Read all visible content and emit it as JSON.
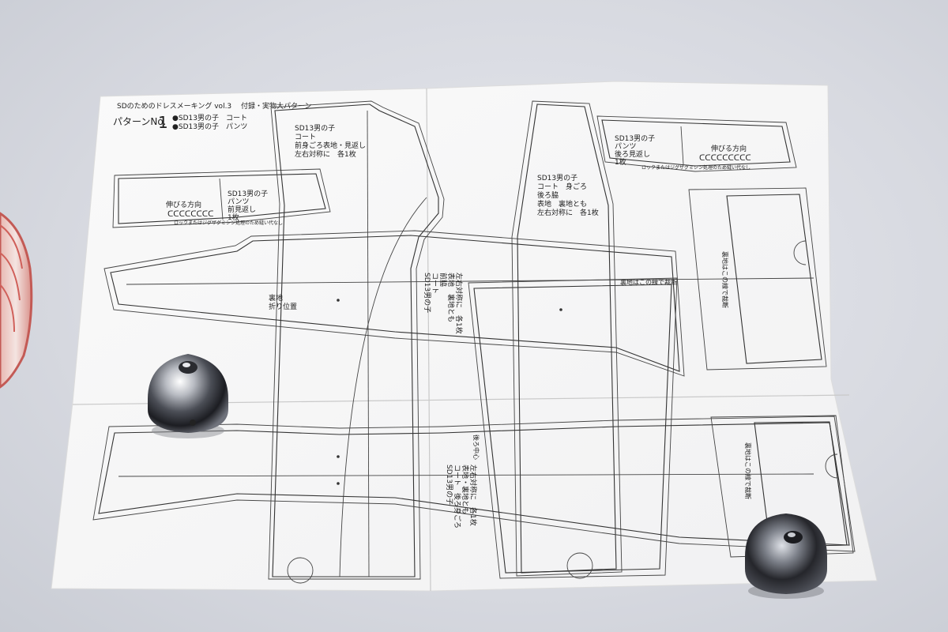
{
  "header": {
    "book_title": "SDのためのドレスメーキング vol.3",
    "supplement": "付録・実物大パターン",
    "pattern_label": "パターンNo.",
    "pattern_number": "1",
    "contents_1": "●SD13男の子　コート",
    "contents_2": "●SD13男の子　パンツ"
  },
  "labels": {
    "front_body": [
      "SD13男の子",
      "コート",
      "前身ごろ表地・見返し",
      "左右対称に　各1枚"
    ],
    "back_side": [
      "SD13男の子",
      "コート　身ごろ",
      "後ろ脇",
      "表地　裏地とも",
      "左右対称に　各1枚"
    ],
    "waistband_left": [
      "SD13男の子",
      "パンツ",
      "前見返し",
      "1枚"
    ],
    "waistband_right": [
      "SD13男の子",
      "パンツ",
      "後ろ見返し",
      "1枚"
    ],
    "stretch_direction": "伸びる方向",
    "stretch_direction_2": "伸びる方向",
    "lock_note": "ロックまたはジグザグミシン処理のため縫い代なし",
    "lock_note_2": "ロックまたはジグザグミシン処理のため縫い代なし",
    "lining_fold": [
      "裏地",
      "折り位置"
    ],
    "side_front": [
      "SD13男の子",
      "コート",
      "前脇",
      "表地　裏地とも",
      "左右対称に　各1枚"
    ],
    "lining_cut_line": "裏地はこの線で裁断",
    "vertical_note_1": "裏地はこの線で裁断",
    "vertical_note_2": "裏地はこの線で裁断",
    "back_center": [
      "SD13男の子",
      "コート　後ろ身ごろ",
      "表地・裏地とも",
      "左右対称に　各1枚"
    ],
    "back_center_tag": "後ろ中心"
  },
  "objects": {
    "weight_left": "pattern-weight",
    "weight_right": "pattern-weight",
    "vase": "red-patterned-vase"
  }
}
